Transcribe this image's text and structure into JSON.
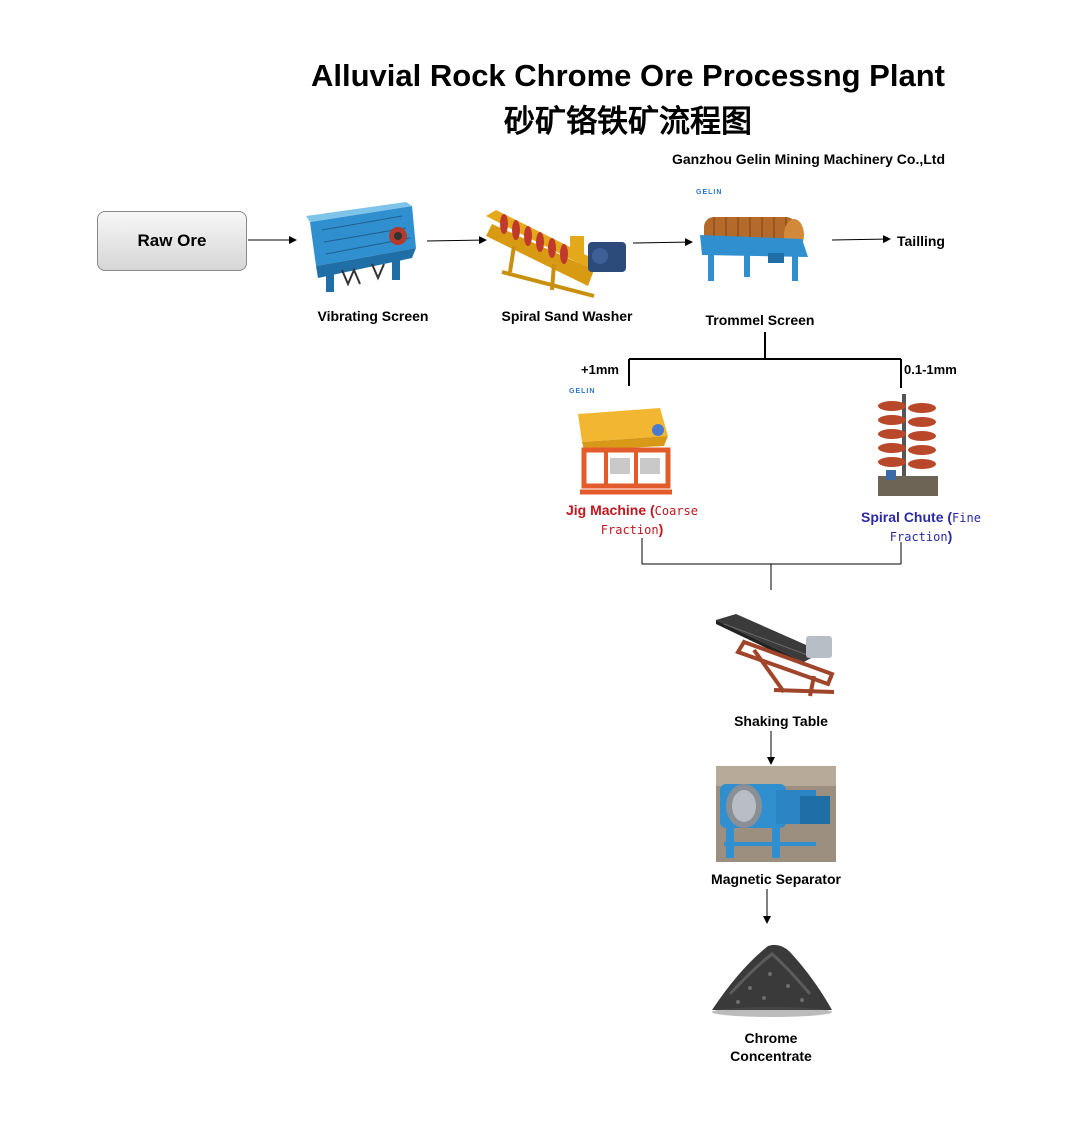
{
  "title": "Alluvial Rock Chrome Ore Processng Plant",
  "title_cn": "砂矿铬铁矿流程图",
  "company": "Ganzhou Gelin Mining Machinery Co.,Ltd",
  "logo_text": "GELIN",
  "nodes": {
    "raw_ore": "Raw Ore",
    "vibrating_screen": "Vibrating Screen",
    "spiral_sand_washer": "Spiral Sand Washer",
    "trommel_screen": "Trommel Screen",
    "tailling": "Tailling",
    "jig_machine": {
      "name": "Jig Machine (",
      "detail": "Coarse Fraction",
      "close": ")"
    },
    "spiral_chute": {
      "name": "Spiral Chute (",
      "detail": "Fine Fraction",
      "close": ")"
    },
    "shaking_table": "Shaking Table",
    "magnetic_separator": "Magnetic Separator",
    "chrome_concentrate_line1": "Chrome",
    "chrome_concentrate_line2": "Concentrate"
  },
  "branches": {
    "coarse": "+1mm",
    "fine": "0.1-1mm"
  },
  "colors": {
    "jig_label": "#c0161e",
    "spiral_label": "#2a2aa6",
    "machine_blue": "#2f8fcf",
    "machine_orange": "#d8641e"
  }
}
